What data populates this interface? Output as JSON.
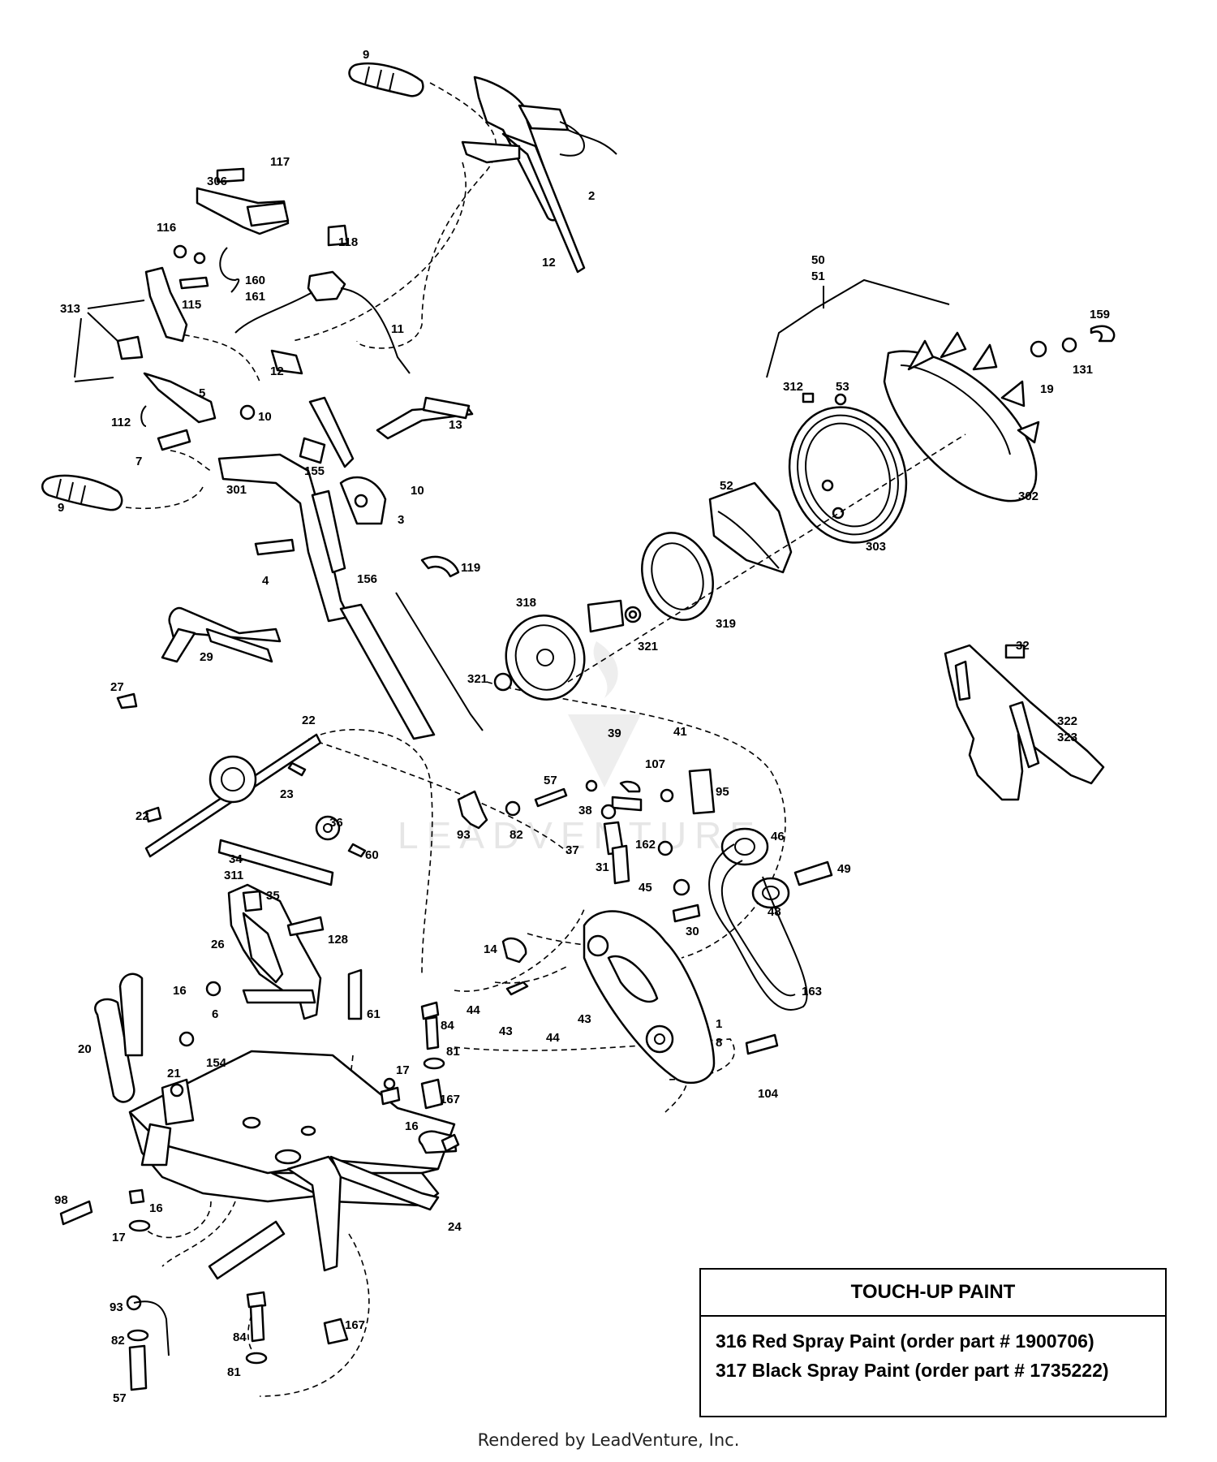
{
  "labels": {
    "l9a": "9",
    "l117": "117",
    "l306": "306",
    "l116": "116",
    "l118": "118",
    "l2": "2",
    "l12a": "12",
    "l160": "160",
    "l161": "161",
    "l115": "115",
    "l313": "313",
    "l11": "11",
    "l12b": "12",
    "l5": "5",
    "l10a": "10",
    "l112": "112",
    "l13": "13",
    "l7": "7",
    "l155": "155",
    "l10b": "10",
    "l301": "301",
    "l9b": "9",
    "l3": "3",
    "l4": "4",
    "l156": "156",
    "l119": "119",
    "l50": "50",
    "l51": "51",
    "l159": "159",
    "l312": "312",
    "l53": "53",
    "l19": "19",
    "l131": "131",
    "l52": "52",
    "l302": "302",
    "l303": "303",
    "l318": "318",
    "l319": "319",
    "l321a": "321",
    "l321b": "321",
    "l29": "29",
    "l27": "27",
    "l22a": "22",
    "l32": "32",
    "l322": "322",
    "l323": "323",
    "l23": "23",
    "l39": "39",
    "l41": "41",
    "l107": "107",
    "l57a": "57",
    "l95": "95",
    "l22b": "22",
    "l36": "36",
    "l38": "38",
    "l93a": "93",
    "l82a": "82",
    "l37": "37",
    "l46": "46",
    "l34": "34",
    "l311": "311",
    "l60": "60",
    "l162": "162",
    "l31": "31",
    "l49": "49",
    "l45": "45",
    "l35": "35",
    "l48": "48",
    "l30": "30",
    "l26": "26",
    "l128": "128",
    "l14": "14",
    "l163": "163",
    "l16a": "16",
    "l6": "6",
    "l61": "61",
    "l44a": "44",
    "l43a": "43",
    "l84a": "84",
    "l1": "1",
    "l8": "8",
    "l43b": "43",
    "l44b": "44",
    "l20": "20",
    "l81a": "81",
    "l17a": "17",
    "l21": "21",
    "l154": "154",
    "l167a": "167",
    "l16b": "16",
    "l104": "104",
    "l98": "98",
    "l16c": "16",
    "l24": "24",
    "l17b": "17",
    "l93b": "93",
    "l84b": "84",
    "l167b": "167",
    "l82b": "82",
    "l81b": "81",
    "l57b": "57"
  },
  "watermark": "LEADVENTURE",
  "paint_box": {
    "title": "TOUCH-UP PAINT",
    "rows": [
      "316  Red Spray Paint (order part # 1900706)",
      "317  Black Spray Paint (order part # 1735222)"
    ]
  },
  "footer": "Rendered by LeadVenture, Inc."
}
